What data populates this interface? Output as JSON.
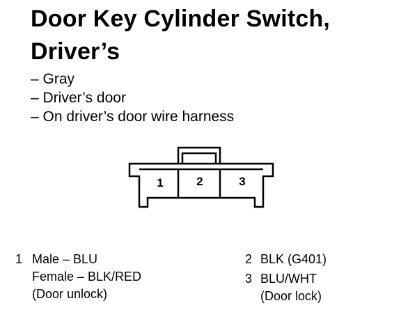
{
  "title": {
    "line1": "Door Key Cylinder Switch,",
    "line2": "Driver’s"
  },
  "properties": [
    "– Gray",
    "– Driver’s door",
    "– On driver’s door wire harness"
  ],
  "connector": {
    "pins": [
      "1",
      "2",
      "3"
    ]
  },
  "terminals": [
    {
      "number": "1",
      "lines": [
        "Male – BLU",
        "Female – BLK/RED",
        "(Door unlock)"
      ]
    },
    {
      "number": "2",
      "lines": [
        "BLK (G401)"
      ]
    },
    {
      "number": "3",
      "lines": [
        "BLU/WHT",
        "(Door lock)"
      ]
    }
  ]
}
